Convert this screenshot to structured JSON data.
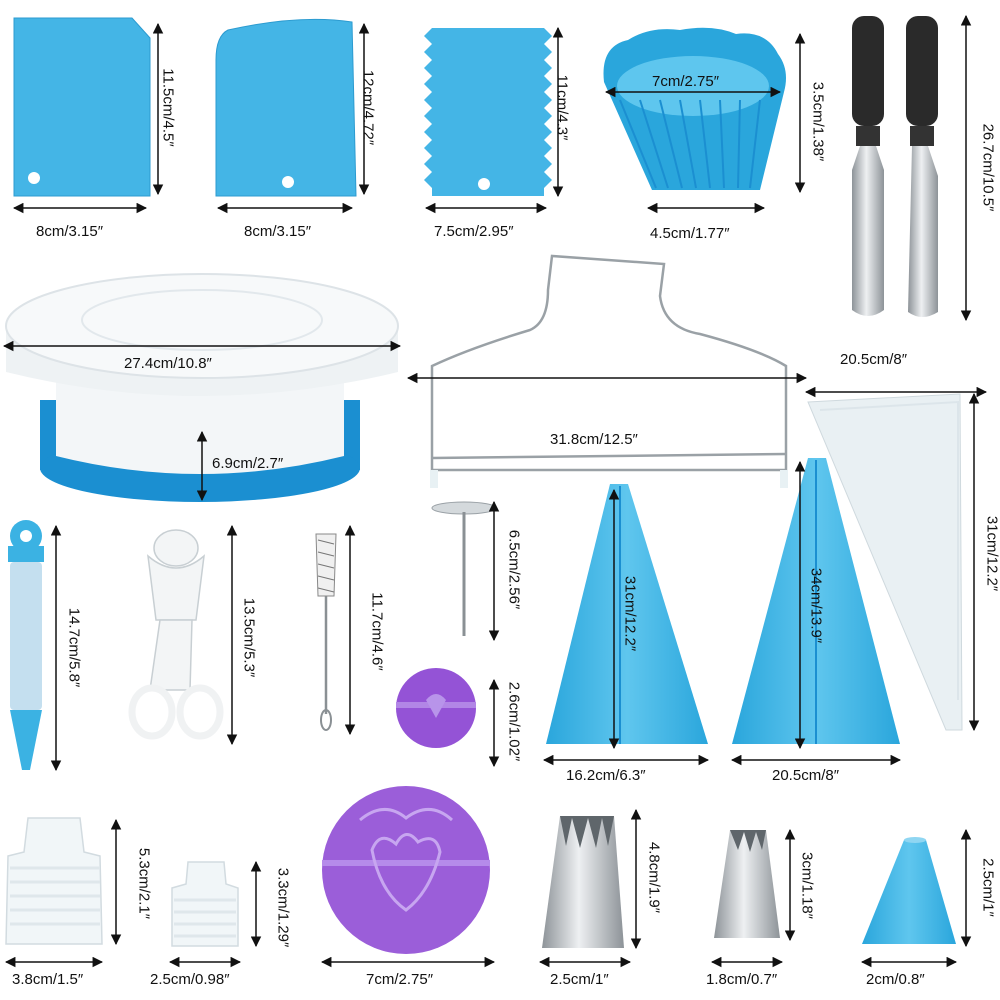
{
  "colors": {
    "accent_blue": "#3bb2e3",
    "dark_blue": "#1b8fd1",
    "purple": "#8e4fd3",
    "steel": "#b9bec3",
    "handle": "#2a2a2a",
    "frost": "#e9f1f5"
  },
  "items": {
    "scraper_straight": {
      "icon": "straight-scraper-icon",
      "width": "8cm/3.15″",
      "height": "11.5cm/4.5″"
    },
    "scraper_round": {
      "icon": "rounded-scraper-icon",
      "width": "8cm/3.15″",
      "height": "12cm/4.72″"
    },
    "scraper_serrated": {
      "icon": "serrated-comb-icon",
      "width": "7.5cm/2.95″",
      "height": "11cm/4.3″"
    },
    "cupcake_mold": {
      "icon": "silicone-cup-icon",
      "top_width": "7cm/2.75″",
      "bottom_width": "4.5cm/1.77″",
      "height": "3.5cm/1.38″"
    },
    "spatulas": {
      "icon": "offset-spatula-icon",
      "height": "26.7cm/10.5″"
    },
    "turntable": {
      "icon": "turntable-icon",
      "diameter": "27.4cm/10.8″",
      "height": "6.9cm/2.7″"
    },
    "leveler": {
      "icon": "cake-leveler-icon",
      "width": "31.8cm/12.5″"
    },
    "disposable_bag": {
      "icon": "disposable-bag-icon",
      "width": "20.5cm/8″",
      "height": "31cm/12.2″"
    },
    "deco_pen": {
      "icon": "decorating-pen-icon",
      "height": "14.7cm/5.8″"
    },
    "flower_scissors": {
      "icon": "flower-lifter-icon",
      "height": "13.5cm/5.3″"
    },
    "brush": {
      "icon": "cleaning-brush-icon",
      "height": "11.7cm/4.6″"
    },
    "flower_nail": {
      "icon": "flower-nail-icon",
      "height": "6.5cm/2.56″"
    },
    "small_coupler": {
      "icon": "purple-coupler-icon",
      "height": "2.6cm/1.02″"
    },
    "bag_small": {
      "icon": "piping-bag-icon",
      "height": "31cm/12.2″",
      "width": "16.2cm/6.3″"
    },
    "bag_large": {
      "icon": "piping-bag-icon",
      "height": "34cm/13.9″",
      "width": "20.5cm/8″"
    },
    "coupler_large": {
      "icon": "large-coupler-icon",
      "height": "5.3cm/2.1″",
      "width": "3.8cm/1.5″"
    },
    "coupler_small": {
      "icon": "small-coupler-icon",
      "height": "3.3cm/1.29″",
      "width": "2.5cm/0.98″"
    },
    "stencil_disc": {
      "icon": "purple-stencil-disc-icon",
      "width": "7cm/2.75″"
    },
    "tip_large": {
      "icon": "large-piping-tip-icon",
      "height": "4.8cm/1.9″",
      "width": "2.5cm/1″"
    },
    "tip_small": {
      "icon": "small-piping-tip-icon",
      "height": "3cm/1.18″",
      "width": "1.8cm/0.7″"
    },
    "blue_cap": {
      "icon": "blue-tip-cap-icon",
      "height": "2.5cm/1″",
      "width": "2cm/0.8″"
    }
  }
}
